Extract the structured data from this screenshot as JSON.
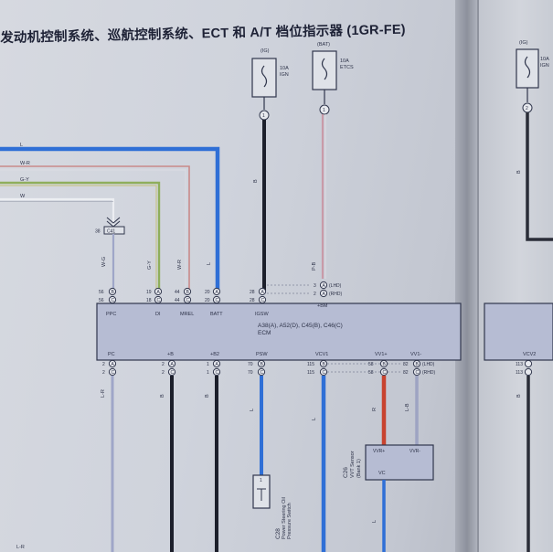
{
  "title": "发动机控制系统、巡航控制系统、ECT 和 A/T 档位指示器 (1GR-FE)",
  "fuses": [
    {
      "id": "ig",
      "source": "(IG)",
      "rating": "10A",
      "name": "IGN",
      "pin": "1"
    },
    {
      "id": "bat",
      "source": "(BAT)",
      "rating": "10A",
      "name": "ETCS",
      "pin": "1"
    },
    {
      "id": "ig2",
      "source": "(IG)",
      "rating": "10A",
      "name": "IGN",
      "pin": "2"
    }
  ],
  "wire_colors": {
    "L": "L",
    "W_R": "W-R",
    "G_Y": "G-Y",
    "W": "W",
    "B": "B",
    "P_B": "P-B",
    "L_R": "L-R",
    "R": "R",
    "L_B": "L-B",
    "W_G": "W-G"
  },
  "left_wire_labels": [
    "L",
    "W-R",
    "G-Y",
    "W"
  ],
  "connector_c41": {
    "label": "C41",
    "pin": "38"
  },
  "ecm": {
    "title": "A38(A), A52(D), C45(B), C46(C)",
    "subtitle": "ECM",
    "top_terminals": [
      "PPC",
      "DI",
      "MREL",
      "BATT",
      "IGSW",
      "+BM"
    ],
    "bottom_terminals": [
      "PC",
      "+B",
      "+B2",
      "PSW",
      "VCV1",
      "VV1+",
      "VV1-"
    ],
    "right_terminal": "VCV2"
  },
  "top_pins": [
    {
      "a": "56",
      "b": "B",
      "c": "56",
      "d": "C"
    },
    {
      "a": "19",
      "b": "A",
      "c": "18",
      "d": "C"
    },
    {
      "a": "44",
      "b": "B",
      "c": "44",
      "d": "C"
    },
    {
      "a": "20",
      "b": "A",
      "c": "20",
      "d": "C"
    },
    {
      "a": "28",
      "b": "A",
      "c": "28",
      "d": "C"
    },
    {
      "a": "3",
      "b": "A",
      "c": "2",
      "d": "A",
      "lhd": "(LHD)",
      "rhd": "(RHD)"
    }
  ],
  "bottom_pins": [
    {
      "a": "2",
      "b": "A",
      "c": "2",
      "d": "C"
    },
    {
      "a": "2",
      "b": "A",
      "c": "2",
      "d": "C"
    },
    {
      "a": "1",
      "b": "A",
      "c": "1",
      "d": "C"
    },
    {
      "a": "70",
      "b": "B",
      "c": "70",
      "d": "C"
    },
    {
      "a": "115",
      "b": "B",
      "c": "115",
      "d": "C"
    },
    {
      "a": "58",
      "b": "B",
      "c": "58",
      "d": "C"
    },
    {
      "a": "82",
      "b": "B",
      "c": "82",
      "d": "C",
      "lhd": "(LHD)",
      "rhd": "(RHD)"
    }
  ],
  "right_bottom_pins": {
    "a": "113",
    "c": "113"
  },
  "sensor_c26": {
    "id": "C26",
    "name": "VVT Sensor",
    "bank": "(Bank 1)",
    "pins": [
      "VVR+",
      "VVR-",
      "VC"
    ]
  },
  "switch_c28": {
    "id": "C28",
    "name": "Power Steering Oil",
    "name2": "Pressure Switch",
    "pin": "1"
  },
  "bottom_label": "L-R"
}
